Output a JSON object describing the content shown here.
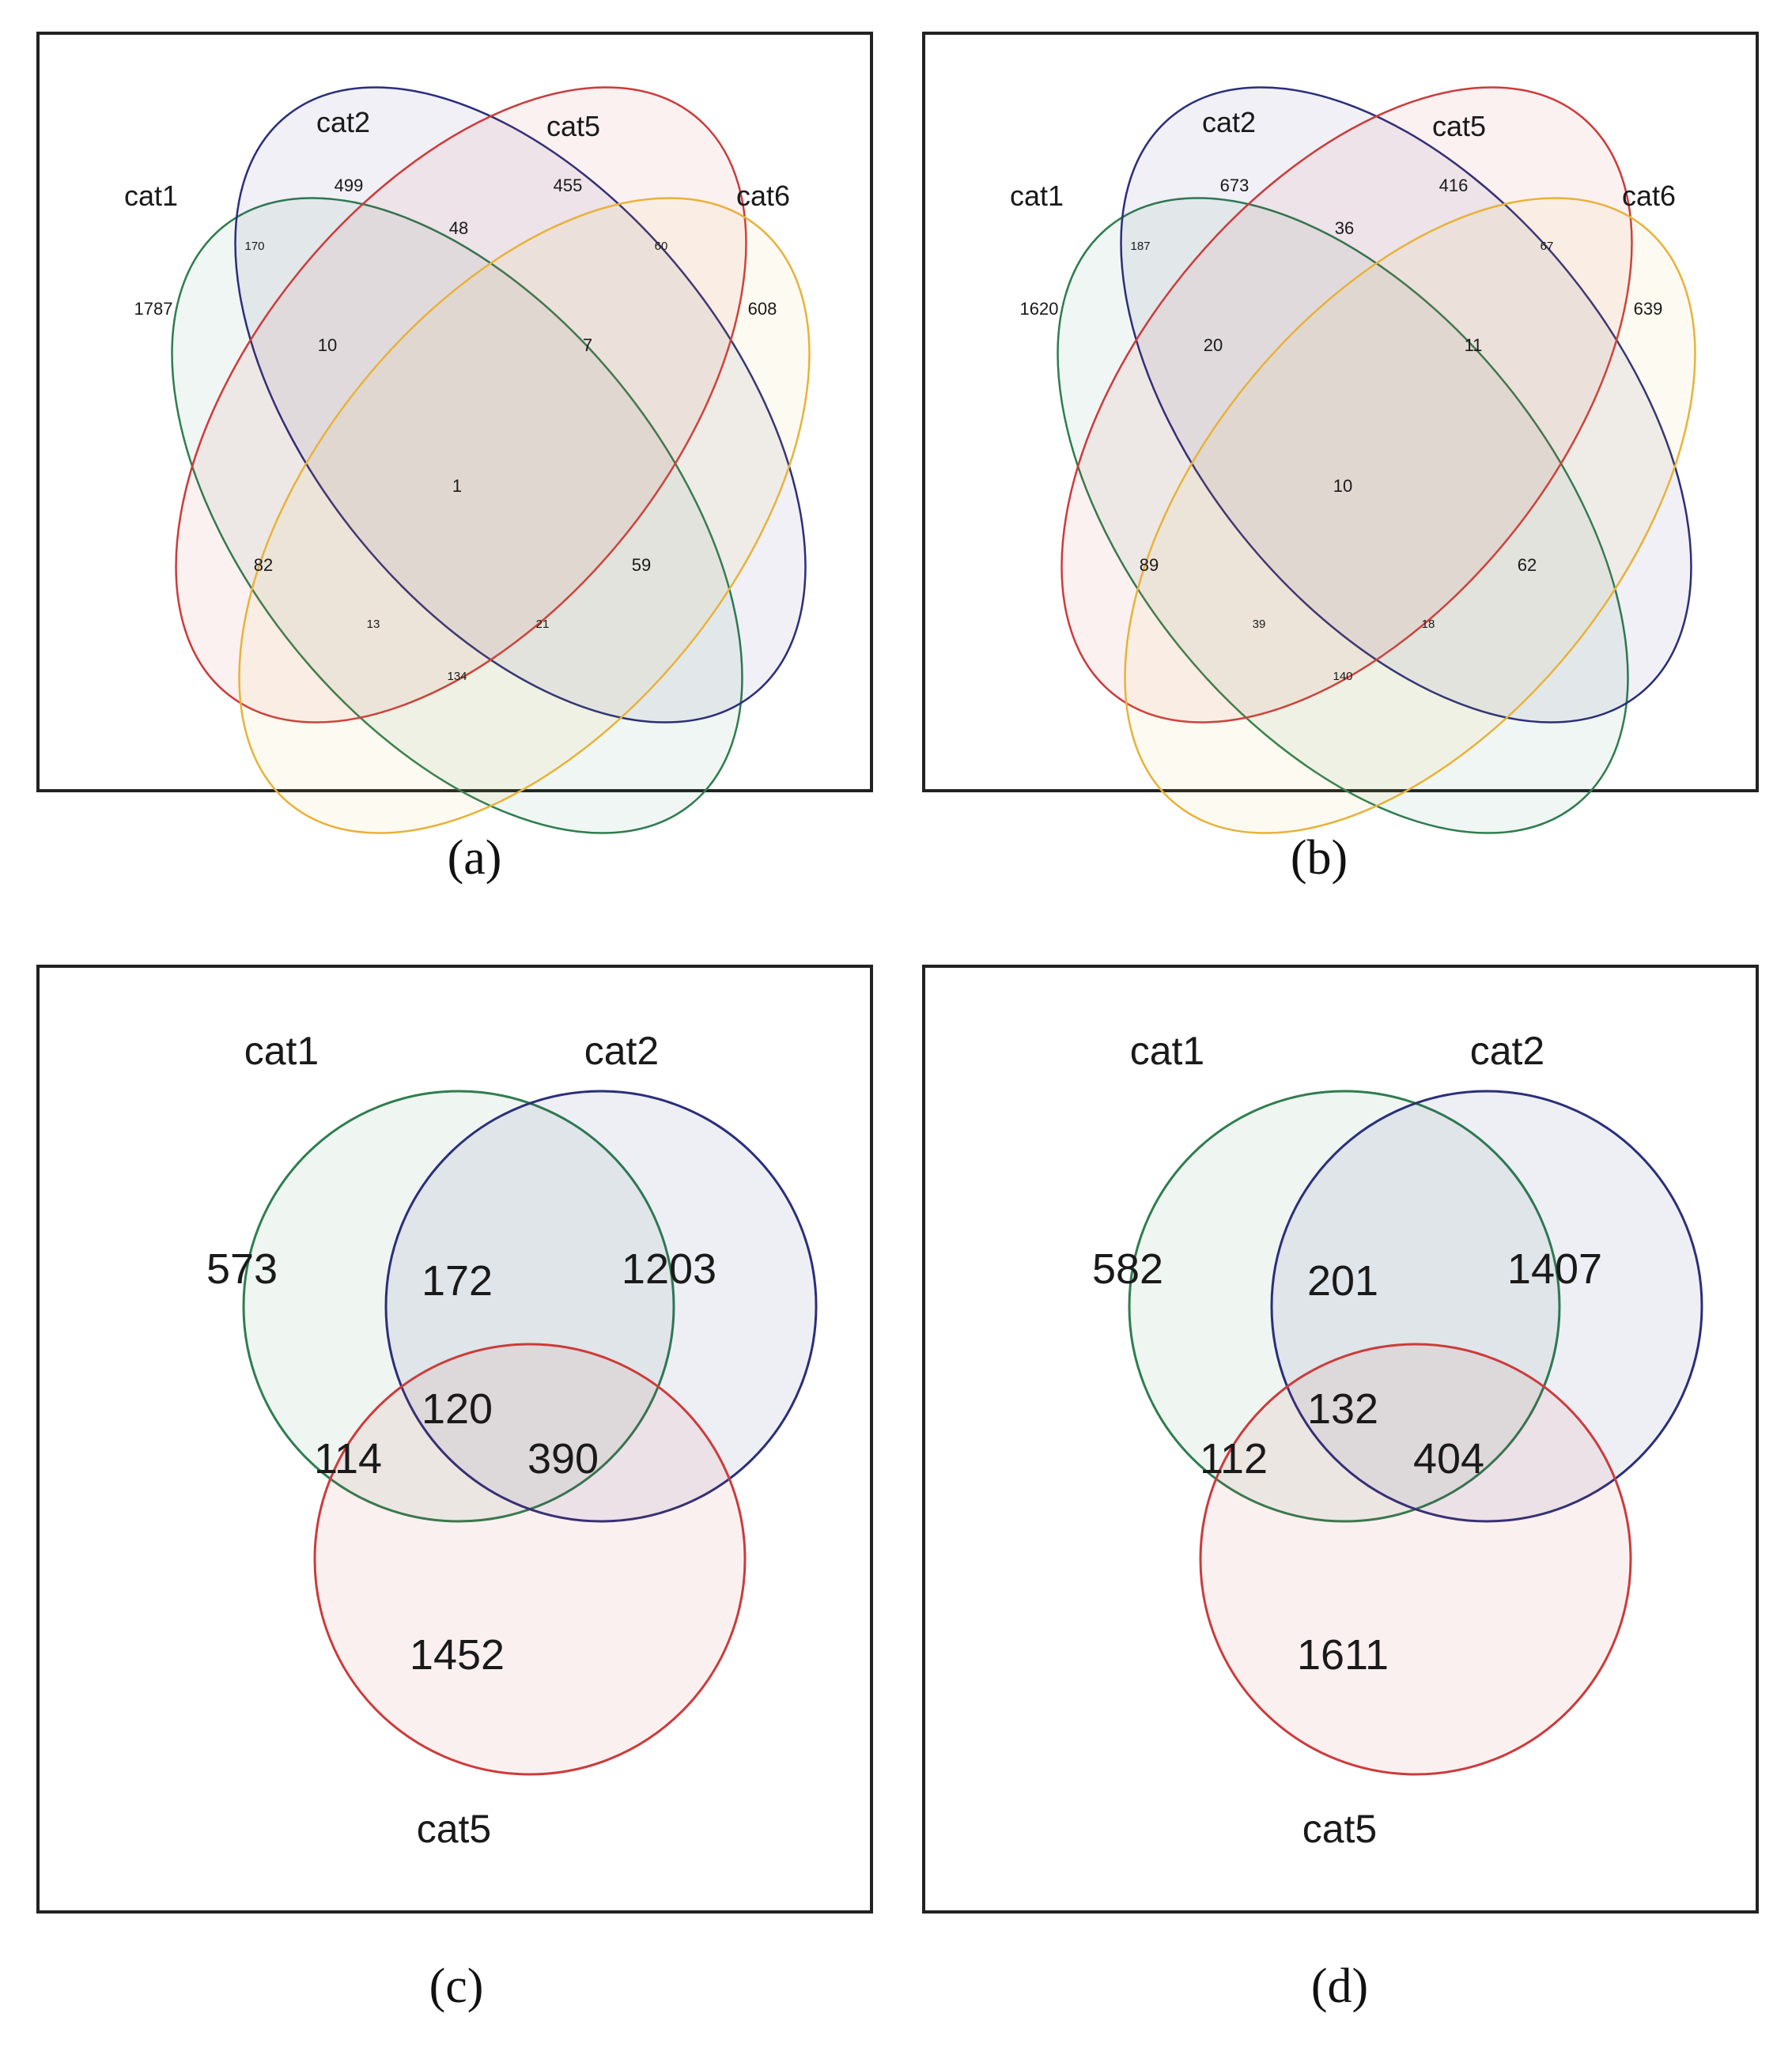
{
  "colors": {
    "cat1": "#2e7d4f",
    "cat2": "#2b2e7a",
    "cat5": "#cc3b3b",
    "cat6": "#e8b23a",
    "frame": "#222222",
    "text": "#1a1a1a"
  },
  "chart_data": [
    {
      "type": "venn",
      "panel": "a",
      "caption": "(a)",
      "sets": [
        "cat1",
        "cat2",
        "cat5",
        "cat6"
      ],
      "labels": {
        "cat1": "cat1",
        "cat2": "cat2",
        "cat5": "cat5",
        "cat6": "cat6"
      },
      "regions": [
        {
          "sets": [
            "cat1"
          ],
          "value": 1787
        },
        {
          "sets": [
            "cat2"
          ],
          "value": 499
        },
        {
          "sets": [
            "cat5"
          ],
          "value": 455
        },
        {
          "sets": [
            "cat6"
          ],
          "value": 608
        },
        {
          "sets": [
            "cat1",
            "cat2"
          ],
          "value": 170
        },
        {
          "sets": [
            "cat2",
            "cat5"
          ],
          "value": 48
        },
        {
          "sets": [
            "cat5",
            "cat6"
          ],
          "value": 60
        },
        {
          "sets": [
            "cat1",
            "cat2",
            "cat5"
          ],
          "value": 10
        },
        {
          "sets": [
            "cat2",
            "cat5",
            "cat6"
          ],
          "value": 7
        },
        {
          "sets": [
            "cat1",
            "cat2",
            "cat5",
            "cat6"
          ],
          "value": 1
        },
        {
          "sets": [
            "cat1",
            "cat5"
          ],
          "value": 82
        },
        {
          "sets": [
            "cat2",
            "cat6"
          ],
          "value": 59
        },
        {
          "sets": [
            "cat1",
            "cat5",
            "cat6"
          ],
          "value": 13
        },
        {
          "sets": [
            "cat1",
            "cat2",
            "cat6"
          ],
          "value": 21
        },
        {
          "sets": [
            "cat1",
            "cat6"
          ],
          "value": 134
        }
      ]
    },
    {
      "type": "venn",
      "panel": "b",
      "caption": "(b)",
      "sets": [
        "cat1",
        "cat2",
        "cat5",
        "cat6"
      ],
      "labels": {
        "cat1": "cat1",
        "cat2": "cat2",
        "cat5": "cat5",
        "cat6": "cat6"
      },
      "regions": [
        {
          "sets": [
            "cat1"
          ],
          "value": 1620
        },
        {
          "sets": [
            "cat2"
          ],
          "value": 673
        },
        {
          "sets": [
            "cat5"
          ],
          "value": 416
        },
        {
          "sets": [
            "cat6"
          ],
          "value": 639
        },
        {
          "sets": [
            "cat1",
            "cat2"
          ],
          "value": 187
        },
        {
          "sets": [
            "cat2",
            "cat5"
          ],
          "value": 36
        },
        {
          "sets": [
            "cat5",
            "cat6"
          ],
          "value": 67
        },
        {
          "sets": [
            "cat1",
            "cat2",
            "cat5"
          ],
          "value": 20
        },
        {
          "sets": [
            "cat2",
            "cat5",
            "cat6"
          ],
          "value": 11
        },
        {
          "sets": [
            "cat1",
            "cat2",
            "cat5",
            "cat6"
          ],
          "value": 10
        },
        {
          "sets": [
            "cat1",
            "cat5"
          ],
          "value": 89
        },
        {
          "sets": [
            "cat2",
            "cat6"
          ],
          "value": 62
        },
        {
          "sets": [
            "cat1",
            "cat5",
            "cat6"
          ],
          "value": 39
        },
        {
          "sets": [
            "cat1",
            "cat2",
            "cat6"
          ],
          "value": 18
        },
        {
          "sets": [
            "cat1",
            "cat6"
          ],
          "value": 140
        }
      ]
    },
    {
      "type": "venn",
      "panel": "c",
      "caption": "(c)",
      "sets": [
        "cat1",
        "cat2",
        "cat5"
      ],
      "labels": {
        "cat1": "cat1",
        "cat2": "cat2",
        "cat5": "cat5"
      },
      "regions": [
        {
          "sets": [
            "cat1"
          ],
          "value": 573
        },
        {
          "sets": [
            "cat2"
          ],
          "value": 1203
        },
        {
          "sets": [
            "cat5"
          ],
          "value": 1452
        },
        {
          "sets": [
            "cat1",
            "cat2"
          ],
          "value": 172
        },
        {
          "sets": [
            "cat1",
            "cat5"
          ],
          "value": 114
        },
        {
          "sets": [
            "cat2",
            "cat5"
          ],
          "value": 390
        },
        {
          "sets": [
            "cat1",
            "cat2",
            "cat5"
          ],
          "value": 120
        }
      ]
    },
    {
      "type": "venn",
      "panel": "d",
      "caption": "(d)",
      "sets": [
        "cat1",
        "cat2",
        "cat5"
      ],
      "labels": {
        "cat1": "cat1",
        "cat2": "cat2",
        "cat5": "cat5"
      },
      "regions": [
        {
          "sets": [
            "cat1"
          ],
          "value": 582
        },
        {
          "sets": [
            "cat2"
          ],
          "value": 1407
        },
        {
          "sets": [
            "cat5"
          ],
          "value": 1611
        },
        {
          "sets": [
            "cat1",
            "cat2"
          ],
          "value": 201
        },
        {
          "sets": [
            "cat1",
            "cat5"
          ],
          "value": 112
        },
        {
          "sets": [
            "cat2",
            "cat5"
          ],
          "value": 404
        },
        {
          "sets": [
            "cat1",
            "cat2",
            "cat5"
          ],
          "value": 132
        }
      ]
    }
  ]
}
